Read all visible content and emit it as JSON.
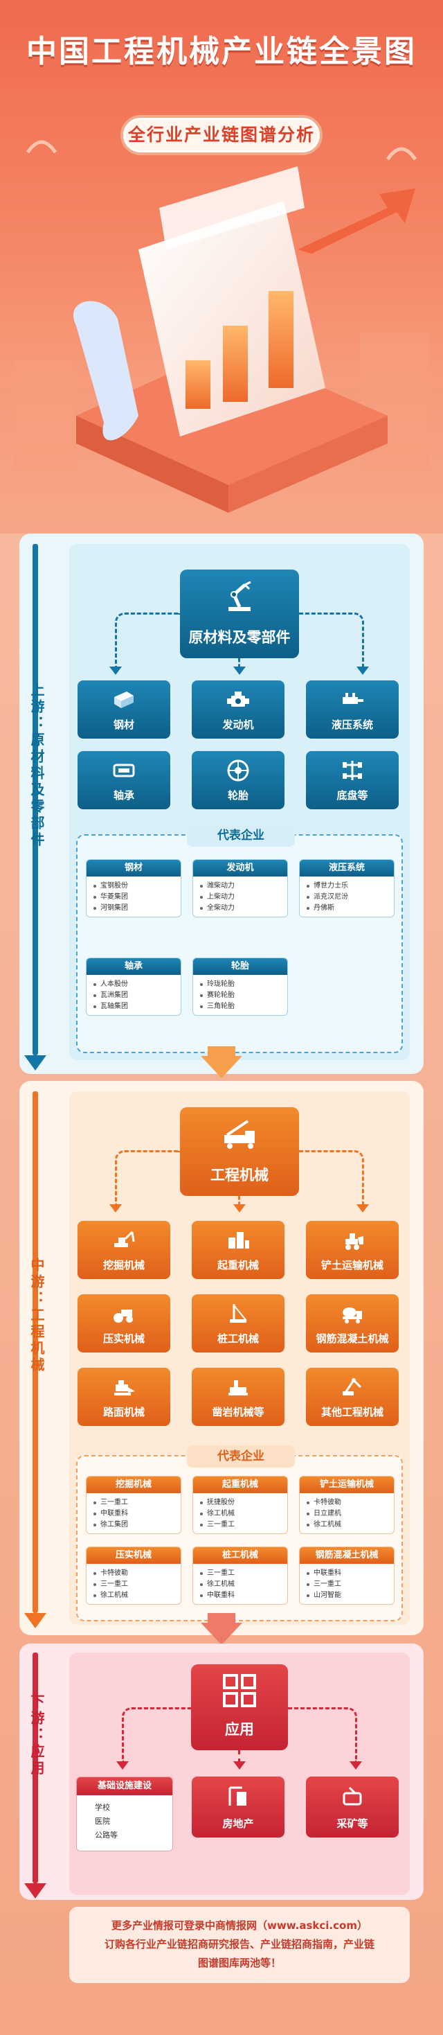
{
  "header": {
    "title": "中国工程机械产业链全景图",
    "subtitle": "全行业产业链图谱分析"
  },
  "colors": {
    "upstream": "#0d6d97",
    "midstream": "#e8671f",
    "downstream": "#d2283a",
    "background": "#f58664"
  },
  "upstream": {
    "rail_label": "上游：原材料及零部件",
    "main_node": {
      "label": "原材料及零部件",
      "icon": "robot-arm-icon"
    },
    "nodes": [
      {
        "label": "钢材",
        "icon": "steel-beam-icon"
      },
      {
        "label": "发动机",
        "icon": "engine-icon"
      },
      {
        "label": "液压系统",
        "icon": "hydraulic-icon"
      },
      {
        "label": "轴承",
        "icon": "bearing-icon"
      },
      {
        "label": "轮胎",
        "icon": "tire-icon"
      },
      {
        "label": "底盘等",
        "icon": "chassis-icon"
      }
    ],
    "companies_title": "代表企业",
    "companies": [
      {
        "name": "钢材",
        "items": [
          "宝钢股份",
          "华菱集团",
          "河钢集团"
        ]
      },
      {
        "name": "发动机",
        "items": [
          "潍柴动力",
          "上柴动力",
          "全柴动力"
        ]
      },
      {
        "name": "液压系统",
        "items": [
          "博世力士乐",
          "派克汉尼汾",
          "丹佛斯"
        ]
      },
      {
        "name": "轴承",
        "items": [
          "人本股份",
          "瓦洲集团",
          "瓦轴集团"
        ]
      },
      {
        "name": "轮胎",
        "items": [
          "玲珑轮胎",
          "赛轮轮胎",
          "三角轮胎"
        ]
      }
    ]
  },
  "midstream": {
    "rail_label": "中游：工程机械",
    "main_node": {
      "label": "工程机械",
      "icon": "crane-truck-icon"
    },
    "nodes": [
      {
        "label": "挖掘机械",
        "icon": "excavator-icon"
      },
      {
        "label": "起重机械",
        "icon": "crane-icon"
      },
      {
        "label": "铲土运输机械",
        "icon": "loader-icon"
      },
      {
        "label": "压实机械",
        "icon": "roller-icon"
      },
      {
        "label": "桩工机械",
        "icon": "pile-driver-icon"
      },
      {
        "label": "钢筋混凝土机械",
        "icon": "mixer-truck-icon"
      },
      {
        "label": "路面机械",
        "icon": "paver-icon"
      },
      {
        "label": "凿岩机械等",
        "icon": "rock-drill-icon"
      },
      {
        "label": "其他工程机械",
        "icon": "machinery-icon"
      }
    ],
    "companies_title": "代表企业",
    "companies": [
      {
        "name": "挖掘机械",
        "items": [
          "三一重工",
          "中联重科",
          "徐工集团"
        ]
      },
      {
        "name": "起重机械",
        "items": [
          "抚捷股份",
          "徐工机械",
          "三一重工"
        ]
      },
      {
        "name": "铲土运输机械",
        "items": [
          "卡特彼勒",
          "日立建机",
          "徐工机械"
        ]
      },
      {
        "name": "压实机械",
        "items": [
          "卡特彼勒",
          "三一重工",
          "徐工机械"
        ]
      },
      {
        "name": "桩工机械",
        "items": [
          "三一重工",
          "徐工机械",
          "中联重科"
        ]
      },
      {
        "name": "钢筋混凝土机械",
        "items": [
          "中联重科",
          "三一重工",
          "山河智能"
        ]
      }
    ]
  },
  "downstream": {
    "rail_label": "下游：应用",
    "main_node": {
      "label": "应用",
      "icon": "grid-icon"
    },
    "nodes": [
      {
        "label": "基础设施建设",
        "items": [
          "学校",
          "医院",
          "公路等"
        ]
      },
      {
        "label": "房地产",
        "icon": "building-crane-icon"
      },
      {
        "label": "采矿等",
        "icon": "mining-icon"
      }
    ]
  },
  "footer": {
    "line1": "更多产业情报可登录中商情报网（www.askci.com）",
    "line2": "订购各行业产业链招商研究报告、产业链招商指南，产业链",
    "line3": "图谱图库两池等！"
  }
}
